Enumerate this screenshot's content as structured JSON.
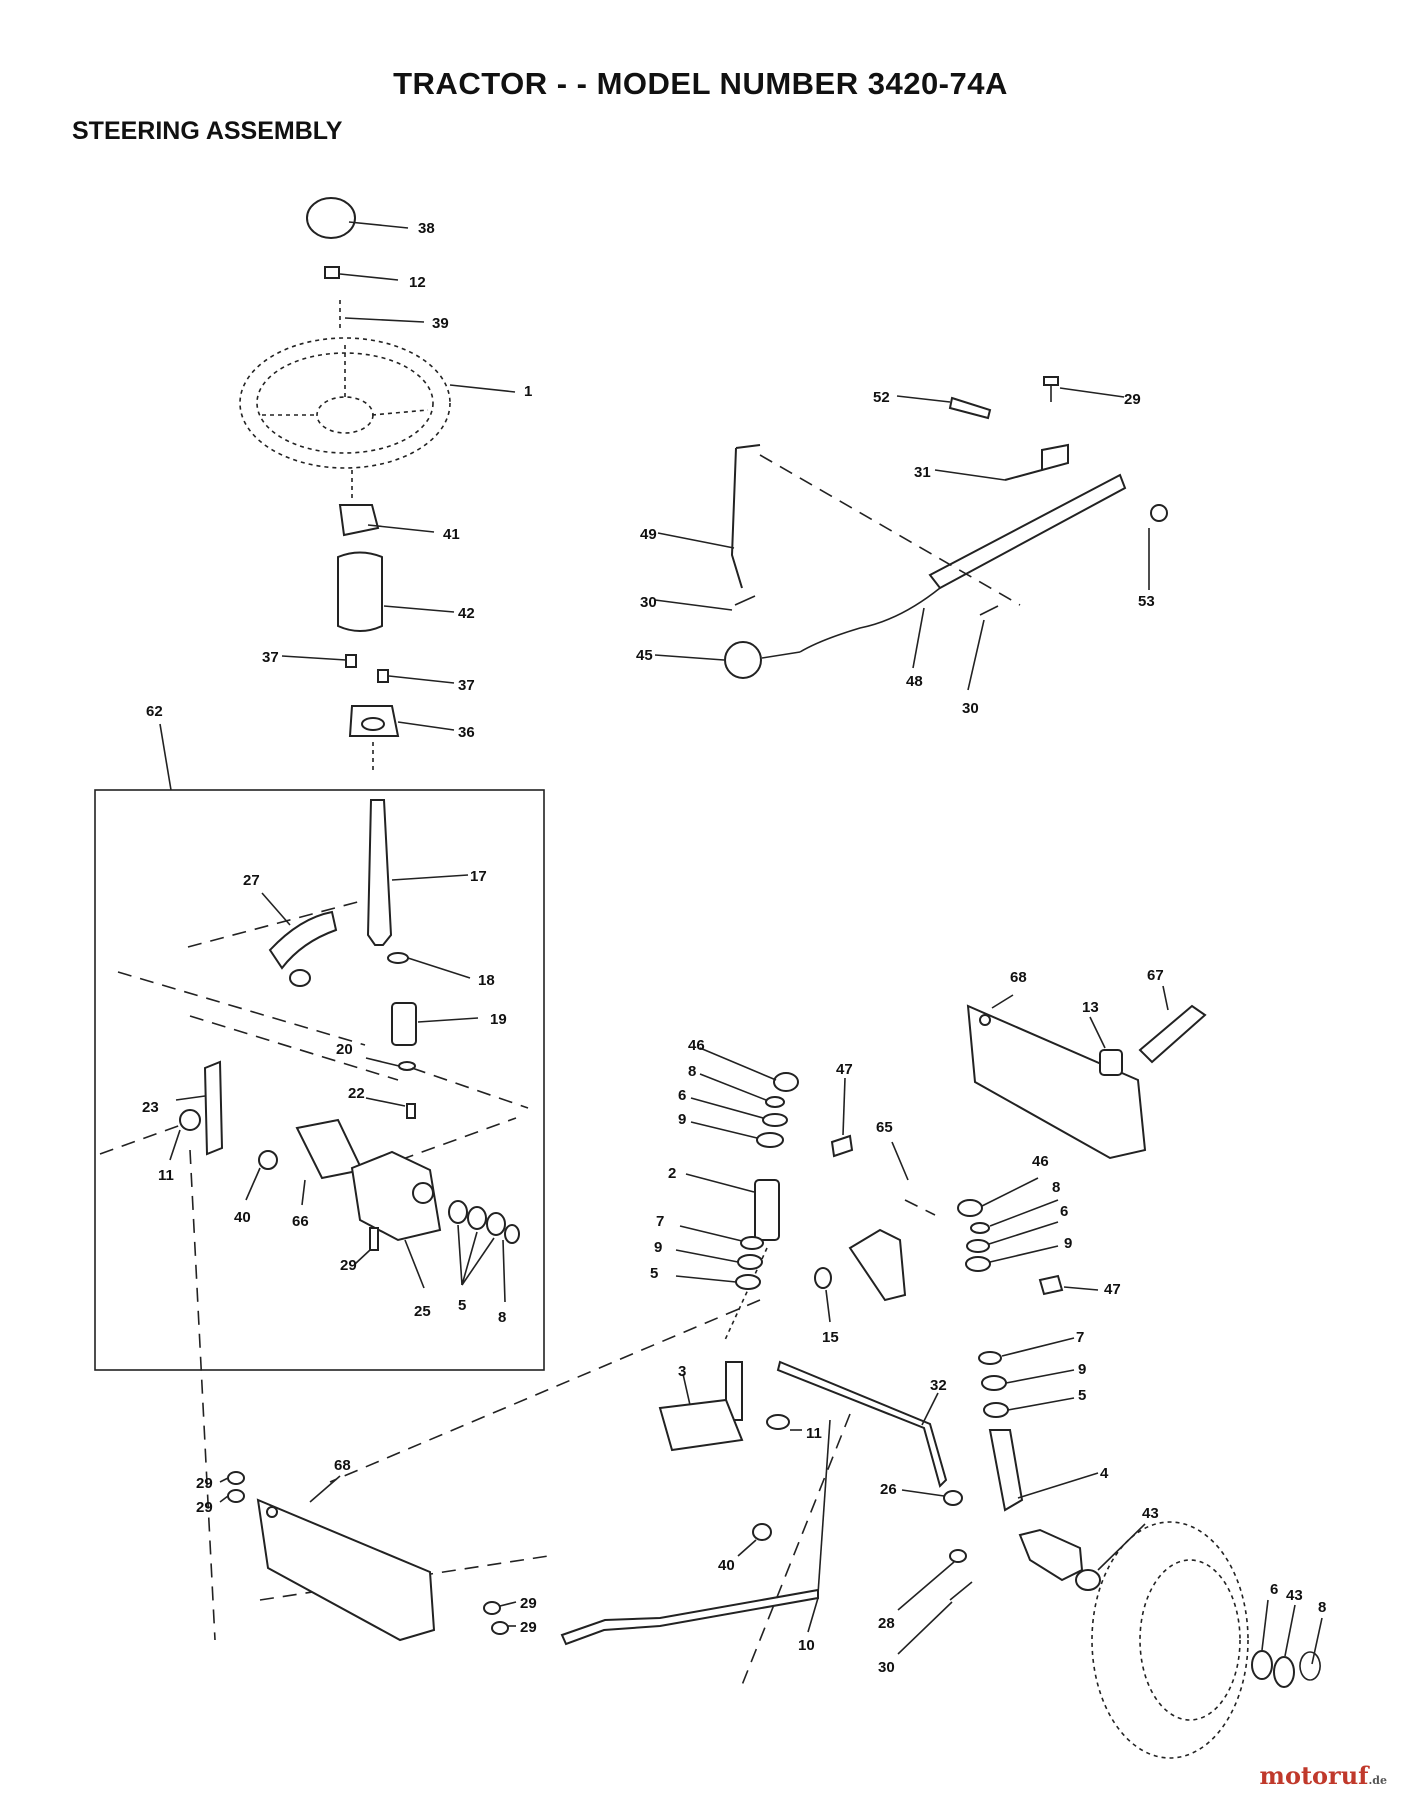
{
  "header": {
    "title": "TRACTOR - - MODEL NUMBER 3420-74A",
    "subtitle": "STEERING ASSEMBLY"
  },
  "watermark": {
    "brand": "motoruf",
    "tld": ".de"
  },
  "callouts": [
    "38",
    "12",
    "39",
    "1",
    "41",
    "42",
    "37",
    "37",
    "36",
    "52",
    "29",
    "31",
    "49",
    "53",
    "30",
    "45",
    "48",
    "30",
    "62",
    "27",
    "17",
    "18",
    "19",
    "20",
    "22",
    "23",
    "11",
    "40",
    "66",
    "29",
    "25",
    "5",
    "8",
    "68",
    "67",
    "13",
    "46",
    "8",
    "6",
    "9",
    "47",
    "65",
    "2",
    "7",
    "9",
    "5",
    "46",
    "8",
    "6",
    "9",
    "47",
    "15",
    "7",
    "9",
    "5",
    "3",
    "32",
    "11",
    "26",
    "4",
    "40",
    "43",
    "6",
    "43",
    "8",
    "28",
    "10",
    "30",
    "68",
    "29",
    "29",
    "29",
    "29"
  ]
}
